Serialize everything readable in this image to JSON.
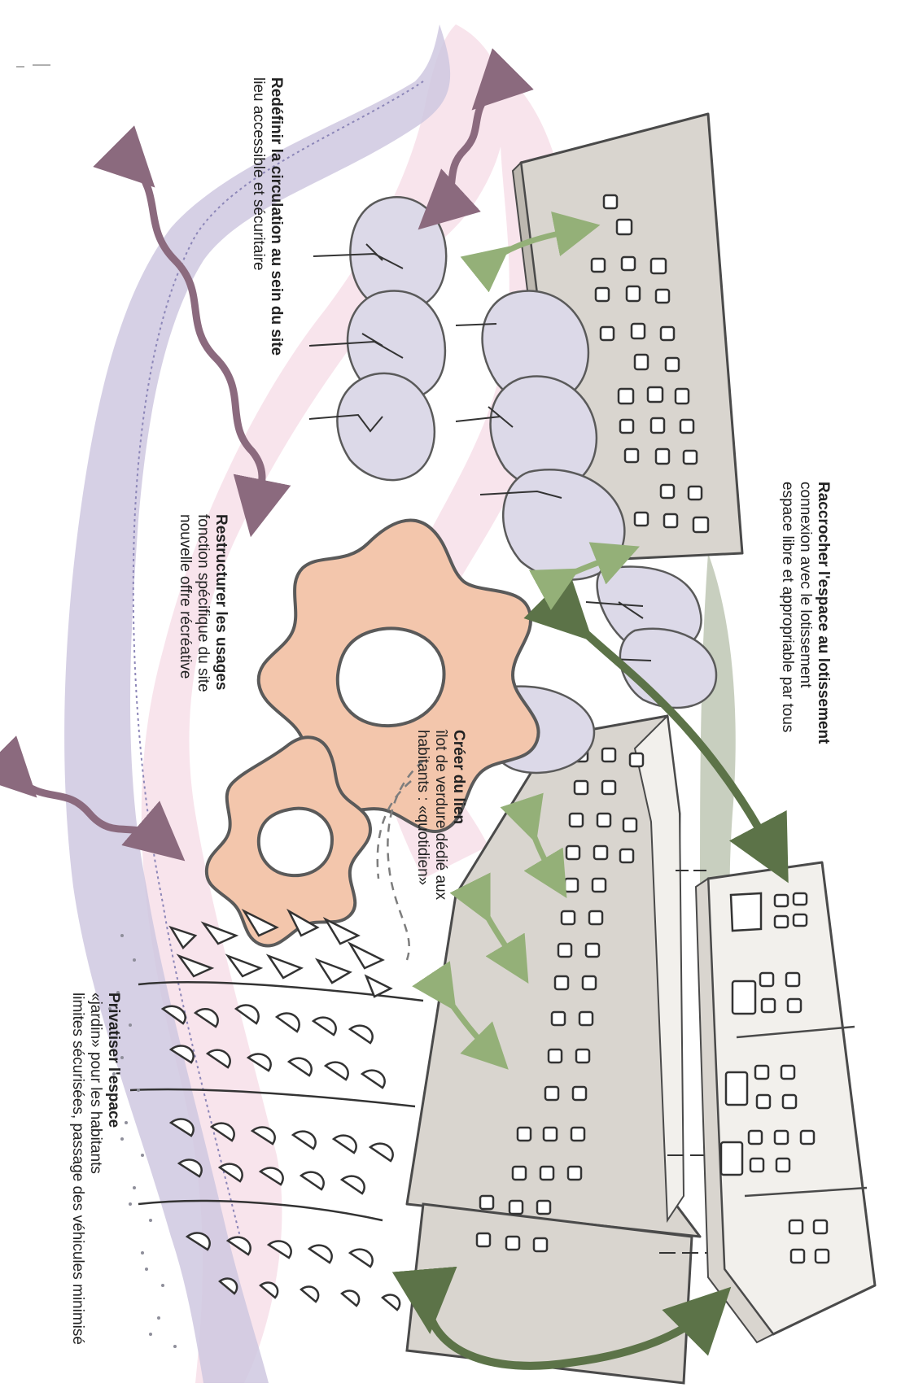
{
  "colors": {
    "building_fill": "#d9d5cf",
    "building_stroke": "#4a4a4a",
    "tree_fill": "#dcd9e8",
    "gear_fill": "#f3c6ac",
    "gear_stroke": "#5a5a5a",
    "purple_arrow": "#8b6a7e",
    "green_dark": "#5c7348",
    "green_light": "#94b078",
    "path_band": "#cfc8e0",
    "pink_wash": "#f6dbe6",
    "olive_band": "#9aa78a"
  },
  "labels": [
    {
      "key": "redefinir",
      "title": "Redéfinir la circulation au sein du site",
      "lines": [
        "lieu accessible et sécuritaire"
      ]
    },
    {
      "key": "raccrocher",
      "title": "Raccrocher l'espace au lotissement",
      "lines": [
        "connexion avec le lotissement",
        "espace libre et appropriable par tous"
      ]
    },
    {
      "key": "restructurer",
      "title": "Restructurer les usages",
      "lines": [
        "fonction spécifique du site",
        "nouvelle offre récréative"
      ]
    },
    {
      "key": "creer",
      "title": "Créer du lien",
      "lines": [
        "îlot de verdure dédié aux",
        "habitants : «quotidien»"
      ]
    },
    {
      "key": "privatiser",
      "title": "Privatiser l'espace",
      "lines": [
        "«jardin» pour les habitants",
        "limites sécurisées, passage des véhicules minimisé"
      ]
    }
  ]
}
